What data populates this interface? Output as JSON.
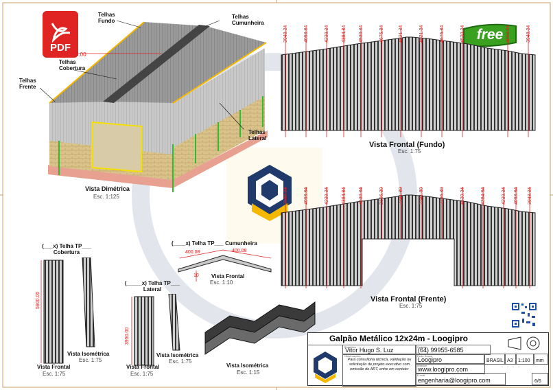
{
  "pdf_badge": {
    "label": "PDF"
  },
  "free_badge": {
    "label": "free"
  },
  "dimetric": {
    "labels": {
      "fundo": "Telhas\nFundo",
      "cumunheira": "Telhas\nCumunheira",
      "cobertura": "Telhas\nCobertura",
      "frente": "Telhas\nFrente",
      "lateral": "Telhas\nLateral"
    },
    "dim": "3.00",
    "title": "Vista Dimétrica",
    "scale": "Esc. 1:125"
  },
  "frontal_fundo": {
    "dims": [
      "3948.34",
      "4093.84",
      "4239.34",
      "4384.84",
      "4530.34",
      "4675.84",
      "4821.34",
      "4821.34",
      "4675.84",
      "4530.34",
      "4093.84",
      "3948.34"
    ],
    "title": "Vista Frontal (Fundo)",
    "scale": "Esc. 1:75"
  },
  "frontal_frente": {
    "dims": [
      "3948.34",
      "4093.84",
      "4239.34",
      "4384.84",
      "4530.34",
      "2196.30",
      "2341.80",
      "2341.80",
      "2196.30",
      "4530.34",
      "4384.84",
      "4239.34",
      "4093.84",
      "3948.34"
    ],
    "title": "Vista Frontal (Frente)",
    "scale": "Esc. 1:75"
  },
  "telha_cobertura": {
    "title_line1": "(___x) Telha TP___",
    "title_line2": "Cobertura",
    "dim": "5900.00",
    "front_title": "Vista Frontal",
    "front_scale": "Esc. 1:75",
    "iso_title": "Vista Isométrica",
    "iso_scale": "Esc. 1:75"
  },
  "telha_lateral": {
    "title_line1": "(_____x) Telha TP___",
    "title_line2": "Lateral",
    "dim": "3950.00",
    "front_title": "Vista Frontal",
    "front_scale": "Esc. 1:75",
    "iso_title": "Vista Isométrica",
    "iso_scale": "Esc. 1:75"
  },
  "telha_cumunheira": {
    "title": "(____x) Telha TP___ Cumunheira",
    "dim_left": "400.08",
    "dim_right": "400.08",
    "dim_small": "10",
    "front_title": "Vista Frontal",
    "front_scale": "Esc. 1:10"
  },
  "iso_tile": {
    "title": "Vista Isométrica",
    "scale": "Esc. 1:15"
  },
  "title_block": {
    "title": "Galpão Metálico 12x24m - Loogipro",
    "projetista_tag": "Projetista",
    "projetista": "Vitor Hugo S. Luz",
    "contato_tag": "Contato",
    "contato": "(64) 99955-6585",
    "obs_tag": "Observações",
    "obs": "Para consultoria técnica, validação ou solicitação de projeto executivo com emissão de ART, entre em contato:",
    "rede_tag": "Rede Social",
    "rede": "Loogipro",
    "website_tag": "Website",
    "website": "www.loogipro.com",
    "email_tag": "E-mail",
    "email": "engenharia@loogipro.com",
    "pais": "BRASIL",
    "folha": "A3",
    "escala": "1:100",
    "unidade": "mm",
    "pagina": "6/6"
  },
  "colors": {
    "accent": "#e02020",
    "roof": "#8c8c8c",
    "brick": "#d9c38a",
    "gold": "#f5b800",
    "navy": "#1f3a6b"
  }
}
